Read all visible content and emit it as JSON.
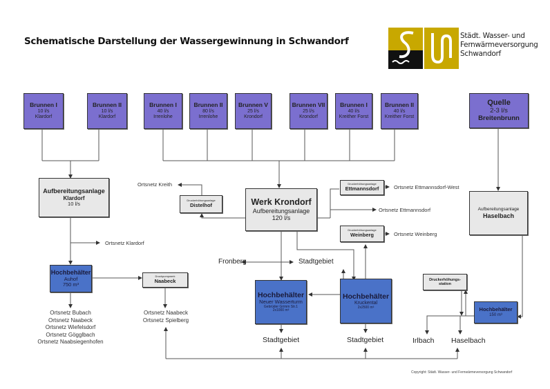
{
  "title": "Schematische Darstellung der Wassergewinnung in Schwandorf",
  "logo": {
    "icon": "sw-logo-icon",
    "line1": "Städt. Wasser- und",
    "line2": "Fernwärmeversorgung",
    "line3": "Schwandorf",
    "colors": {
      "gold": "#c8a800",
      "black": "#111111"
    }
  },
  "colors": {
    "well": "#7b6fcf",
    "treatment": "#e8e8e8",
    "reservoir": "#4a72c8",
    "line": "#444444"
  },
  "wells": [
    {
      "name": "Brunnen I",
      "rate": "10 l/s",
      "place": "Klardorf"
    },
    {
      "name": "Brunnen II",
      "rate": "10 l/s",
      "place": "Klardorf"
    },
    {
      "name": "Brunnen I",
      "rate": "40 l/s",
      "place": "Irrenlohe"
    },
    {
      "name": "Brunnen II",
      "rate": "80 l/s",
      "place": "Irrenlohe"
    },
    {
      "name": "Brunnen V",
      "rate": "25 l/s",
      "place": "Krondorf"
    },
    {
      "name": "Brunnen VII",
      "rate": "25 l/s",
      "place": "Krondorf"
    },
    {
      "name": "Brunnen I",
      "rate": "40 l/s",
      "place": "Kreither Forst"
    },
    {
      "name": "Brunnen II",
      "rate": "40 l/s",
      "place": "Kreither Forst"
    }
  ],
  "quelle": {
    "name": "Quelle",
    "rate": "2-3 l/s",
    "place": "Breitenbrunn"
  },
  "aufbereitung_klardorf": {
    "line1": "Aufbereitungsanlage",
    "line2": "Klardorf",
    "line3": "10 l/s"
  },
  "werk_krondorf": {
    "line1": "Werk Krondorf",
    "line2": "Aufbereitungsanlage",
    "line3": "120 l/s"
  },
  "aufbereitung_haselbach": {
    "line1": "Aufbereitungsanlage",
    "line2": "Haselbach"
  },
  "distelhof": {
    "small": "Druckerhöhungsanlage",
    "name": "Distelhof"
  },
  "ettmannsdorf": {
    "small": "Druckerhöhungsanlage",
    "name": "Ettmannsdorf"
  },
  "weinberg": {
    "small": "Druckerhöhungsanlage",
    "name": "Weinberg"
  },
  "naabeck": {
    "small": "Druckpumpwerk",
    "name": "Naabeck"
  },
  "druckstation": {
    "line1": "Druckerhöhungs-",
    "line2": "station"
  },
  "hb_auhof": {
    "name": "Hochbehälter",
    "place": "Auhof",
    "volume": "750 m³"
  },
  "hb_wasserturm": {
    "name": "Hochbehälter",
    "place": "Neuer Wasserturm",
    "address": "Gebrüder Grimm Str.1",
    "volume": "2x1000 m³"
  },
  "hb_kruckental": {
    "name": "Hochbehälter",
    "place": "Kruckental",
    "volume": "2x2500 m³"
  },
  "hb_haselbach": {
    "name": "Hochbehälter",
    "volume": "150 m³"
  },
  "labels": {
    "kreith": "Ortsnetz Kreith",
    "ettmannsdorf_west": "Ortsnetz Ettmannsdorf-West",
    "ettmannsdorf": "Ortsnetz Ettmannsdorf",
    "weinberg": "Ortsnetz Weinberg",
    "klardorf": "Ortsnetz Klardorf",
    "fronberg": "Fronberg",
    "stadtgebiet_mid": "Stadtgebiet",
    "stadtgebiet_1": "Stadtgebiet",
    "stadtgebiet_2": "Stadtgebiet",
    "irlbach": "Irlbach",
    "haselbach": "Haselbach"
  },
  "auhof_ortsnetze": [
    "Ortsnetz Bubach",
    "Ortsnetz Naabeck",
    "Ortsnetz Wiefelsdorf",
    "Ortsnetz Gögglbach",
    "Ortsnetz Naabsiegenhofen"
  ],
  "naabeck_ortsnetze": [
    "Ortsnetz Naabeck",
    "Ortsnetz Spielberg"
  ],
  "copyright": "Copyright: Städt. Wasser- und Fernwärmeversorgung Schwandorf"
}
